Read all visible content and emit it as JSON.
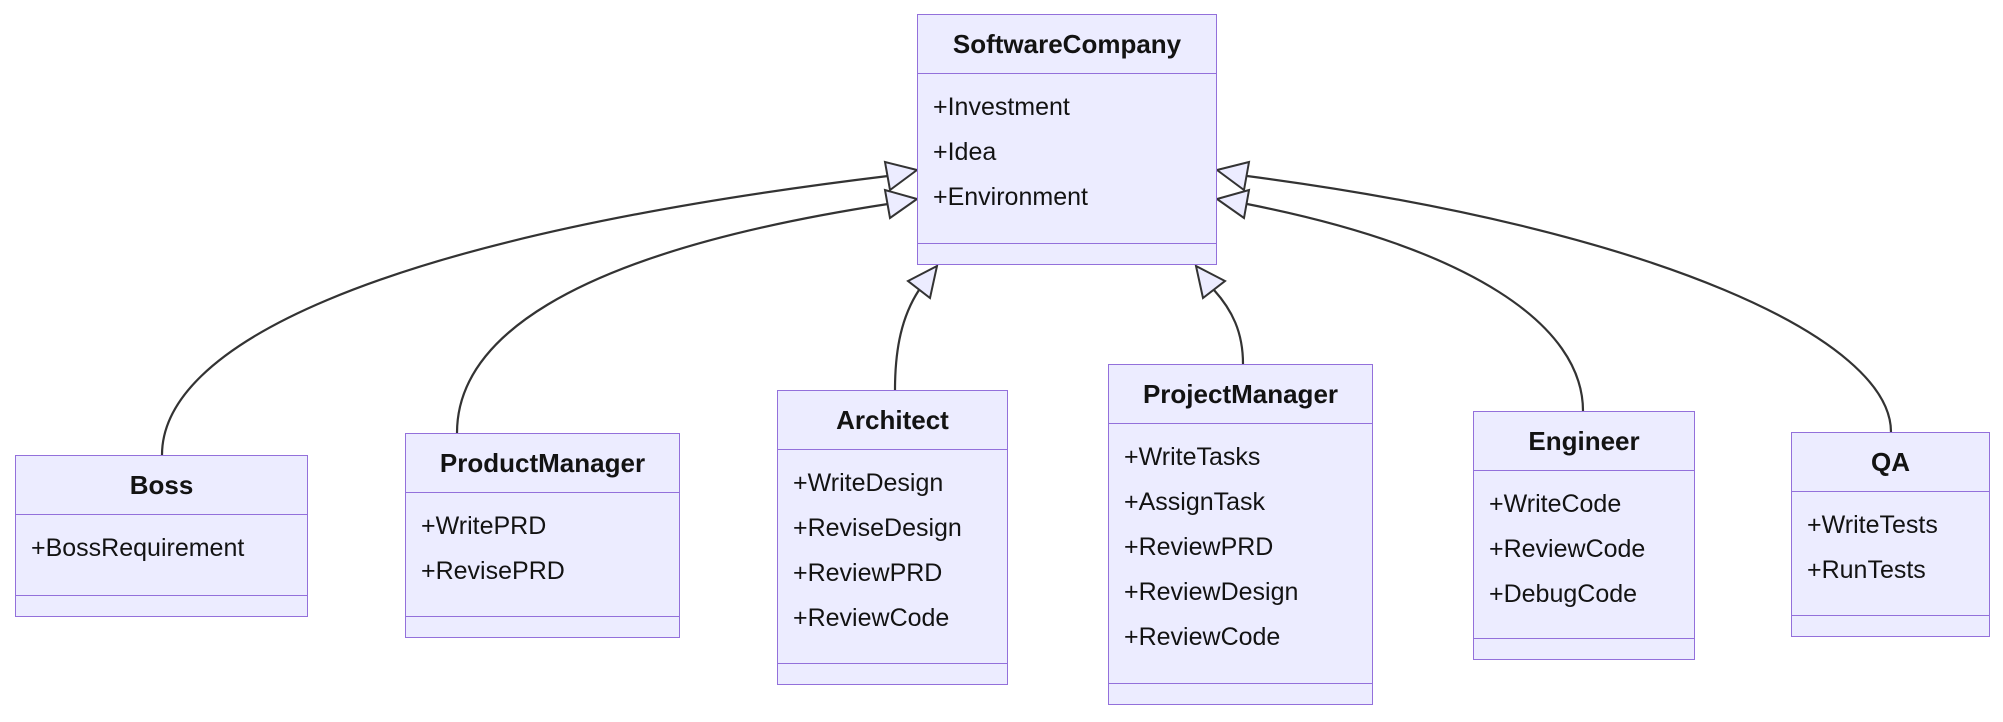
{
  "diagram_type": "uml-class-diagram",
  "colors": {
    "node_fill": "#ECECFF",
    "node_border": "#9370DB",
    "edge_line": "#333333",
    "text": "#131313",
    "background": "#FFFFFF"
  },
  "classes": [
    {
      "name": "SoftwareCompany",
      "members": [
        "+Investment",
        "+Idea",
        "+Environment"
      ]
    },
    {
      "name": "Boss",
      "members": [
        "+BossRequirement"
      ]
    },
    {
      "name": "ProductManager",
      "members": [
        "+WritePRD",
        "+RevisePRD"
      ]
    },
    {
      "name": "Architect",
      "members": [
        "+WriteDesign",
        "+ReviseDesign",
        "+ReviewPRD",
        "+ReviewCode"
      ]
    },
    {
      "name": "ProjectManager",
      "members": [
        "+WriteTasks",
        "+AssignTask",
        "+ReviewPRD",
        "+ReviewDesign",
        "+ReviewCode"
      ]
    },
    {
      "name": "Engineer",
      "members": [
        "+WriteCode",
        "+ReviewCode",
        "+DebugCode"
      ]
    },
    {
      "name": "QA",
      "members": [
        "+WriteTests",
        "+RunTests"
      ]
    }
  ],
  "relations": [
    {
      "from": "Boss",
      "to": "SoftwareCompany",
      "type": "inheritance"
    },
    {
      "from": "ProductManager",
      "to": "SoftwareCompany",
      "type": "inheritance"
    },
    {
      "from": "Architect",
      "to": "SoftwareCompany",
      "type": "inheritance"
    },
    {
      "from": "ProjectManager",
      "to": "SoftwareCompany",
      "type": "inheritance"
    },
    {
      "from": "Engineer",
      "to": "SoftwareCompany",
      "type": "inheritance"
    },
    {
      "from": "QA",
      "to": "SoftwareCompany",
      "type": "inheritance"
    }
  ]
}
